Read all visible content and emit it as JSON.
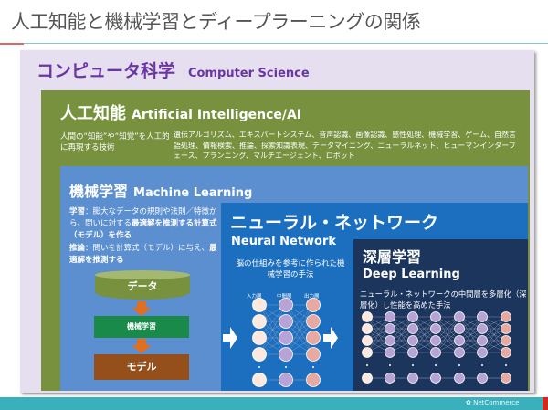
{
  "title": "人工知能と機械学習とディープラーニングの関係",
  "computer_science": {
    "ja": "コンピュータ科学",
    "en": "Computer Science",
    "color": "#6a35a4"
  },
  "ai": {
    "ja": "人工知能",
    "en": "Artificial Intelligence/AI",
    "description": "人間の“知能”や“知覚”を人工的に再現する技術",
    "fields": "遺伝アルゴリズム、エキスパートシステム、音声認識、画像認識、感性処理、機械学習、ゲーム、自然言語処理、情報検索、推論、探索知識表現、データマイニング、ニューラルネット、ヒューマンインターフェース、プランニング、マルチエージェント、ロボット",
    "color": "#77913f"
  },
  "ml": {
    "ja": "機械学習",
    "en": "Machine Learning",
    "learning_label": "学習",
    "learning_text": "：膨大なデータの規則や法則／特徴から、問いに対する",
    "learning_bold": "最適解を推測する計算式（モデル）を作る",
    "inference_label": "推論",
    "inference_text": "：問いを計算式（モデル）に与え、",
    "inference_bold": "最適解を推測する",
    "flow": [
      "データ",
      "機械学習",
      "モデル"
    ],
    "color": "#5b8fd0"
  },
  "nn": {
    "ja": "ニューラル・ネットワーク",
    "en": "Neural Network",
    "description": "脳の仕組みを参考に作られた機械学習の手法",
    "layers": [
      "入力層",
      "中間層",
      "出力層"
    ],
    "color": "#1c6fbe"
  },
  "dl": {
    "ja": "深層学習",
    "en": "Deep Learning",
    "description": "ニューラル・ネットワークの中間層を多層化（深層化）し性能を高めた手法",
    "color": "#1b355c"
  },
  "footer": {
    "brand": "NetCommerce"
  }
}
